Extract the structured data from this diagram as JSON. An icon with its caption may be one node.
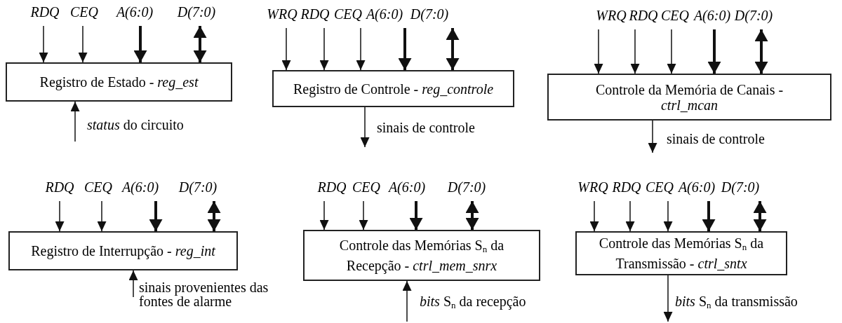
{
  "diagram": {
    "nodes": [
      {
        "text": [
          "RDQ"
        ]
      },
      {
        "text": [
          "CEQ"
        ]
      },
      {
        "text": [
          "A(6:0)"
        ]
      },
      {
        "text": [
          "D(7:0)"
        ]
      },
      {
        "text": [
          "Registro de Estado - *reg_est*"
        ],
        "beside": [
          "*status* do circuito"
        ]
      },
      {
        "text": [
          "WRQ"
        ]
      },
      {
        "text": [
          "RDQ"
        ]
      },
      {
        "text": [
          "CEQ"
        ]
      },
      {
        "text": [
          "A(6:0)"
        ]
      },
      {
        "text": [
          "D(7:0)"
        ]
      },
      {
        "text": [
          "Registro de Controle - *reg_controle*"
        ],
        "beside": [
          "sinais de controle"
        ]
      },
      {
        "text": [
          "WRQ"
        ]
      },
      {
        "text": [
          "RDQ"
        ]
      },
      {
        "text": [
          "CEQ"
        ]
      },
      {
        "text": [
          "A(6:0)"
        ]
      },
      {
        "text": [
          "D(7:0)"
        ]
      },
      {
        "text": [
          "Controle da Memória de Canais - *ctrl_mcan*"
        ],
        "beside": [
          "sinais de controle"
        ]
      },
      {
        "text": [
          "RDQ"
        ]
      },
      {
        "text": [
          "CEQ"
        ]
      },
      {
        "text": [
          "A(6:0)"
        ]
      },
      {
        "text": [
          "D(7:0)"
        ]
      },
      {
        "text": [
          "Registro de Interrupção - *reg_int*"
        ],
        "beside": [
          "sinais provenientes das fontes de alarme"
        ]
      },
      {
        "text": [
          "RDQ"
        ]
      },
      {
        "text": [
          "CEQ"
        ]
      },
      {
        "text": [
          "A(6:0)"
        ]
      },
      {
        "text": [
          "D(7:0)"
        ]
      },
      {
        "text": [
          "Controle das Memórias S$_{n}$ da Recepção - *ctrl_mem_snrx*"
        ],
        "beside": [
          "*bits* S$_{n}$ da recepção"
        ]
      },
      {
        "text": [
          "WRQ"
        ]
      },
      {
        "text": [
          "RDQ"
        ]
      },
      {
        "text": [
          "CEQ"
        ]
      },
      {
        "text": [
          "A(6:0)"
        ]
      },
      {
        "text": [
          "D(7:0)"
        ]
      },
      {
        "text": [
          "Controle das Memórias S$_{n}$ da Transmissão - *ctrl_sntx*"
        ],
        "beside": [
          "*bits* S$_{n}$ da transmissão"
        ]
      }
    ],
    "edges": [
      {
        "from": 0,
        "to": 4,
        "arrow": "to"
      },
      {
        "from": 1,
        "to": 4,
        "arrow": "to"
      },
      {
        "from": 2,
        "to": 4,
        "arrow": "to",
        "style": "thick"
      },
      {
        "from": 3,
        "to": 4,
        "arrow": "both",
        "style": "thick"
      },
      {
        "from": null,
        "to": 4,
        "arrow": "to"
      },
      {
        "from": 5,
        "to": 10,
        "arrow": "to"
      },
      {
        "from": 6,
        "to": 10,
        "arrow": "to"
      },
      {
        "from": 7,
        "to": 10,
        "arrow": "to"
      },
      {
        "from": 8,
        "to": 10,
        "arrow": "to",
        "style": "thick"
      },
      {
        "from": 9,
        "to": 10,
        "arrow": "both",
        "style": "thick"
      },
      {
        "from": 10,
        "to": null,
        "arrow": "to"
      },
      {
        "from": 11,
        "to": 16,
        "arrow": "to"
      },
      {
        "from": 12,
        "to": 16,
        "arrow": "to"
      },
      {
        "from": 13,
        "to": 16,
        "arrow": "to"
      },
      {
        "from": 14,
        "to": 16,
        "arrow": "to",
        "style": "thick"
      },
      {
        "from": 15,
        "to": 16,
        "arrow": "both",
        "style": "thick"
      },
      {
        "from": 16,
        "to": null,
        "arrow": "to"
      },
      {
        "from": 17,
        "to": 21,
        "arrow": "to"
      },
      {
        "from": 18,
        "to": 21,
        "arrow": "to"
      },
      {
        "from": 19,
        "to": 21,
        "arrow": "to",
        "style": "thick"
      },
      {
        "from": 20,
        "to": 21,
        "arrow": "both",
        "style": "thick"
      },
      {
        "from": null,
        "to": 21,
        "arrow": "to"
      },
      {
        "from": 22,
        "to": 26,
        "arrow": "to"
      },
      {
        "from": 23,
        "to": 26,
        "arrow": "to"
      },
      {
        "from": 24,
        "to": 26,
        "arrow": "to",
        "style": "thick"
      },
      {
        "from": 25,
        "to": 26,
        "arrow": "both",
        "style": "thick"
      },
      {
        "from": null,
        "to": 26,
        "arrow": "to"
      },
      {
        "from": 27,
        "to": 32,
        "arrow": "to"
      },
      {
        "from": 28,
        "to": 32,
        "arrow": "to"
      },
      {
        "from": 29,
        "to": 32,
        "arrow": "to"
      },
      {
        "from": 30,
        "to": 32,
        "arrow": "to",
        "style": "thick"
      },
      {
        "from": 31,
        "to": 32,
        "arrow": "both",
        "style": "thick"
      },
      {
        "from": 32,
        "to": null,
        "arrow": "to"
      }
    ]
  }
}
